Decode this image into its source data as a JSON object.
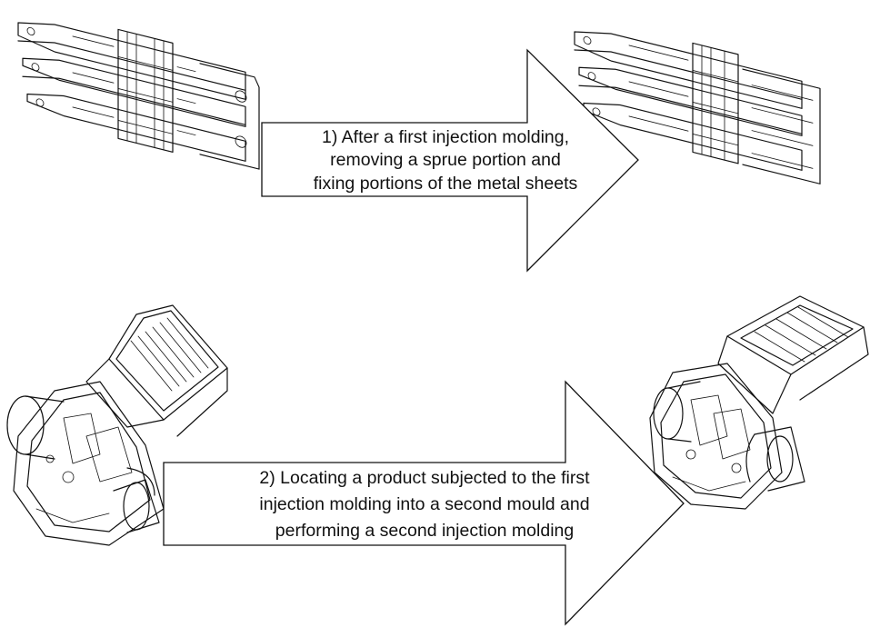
{
  "steps": [
    {
      "lines": [
        "1) After a first injection molding,",
        "removing a sprue portion and",
        "fixing portions of the metal sheets"
      ]
    },
    {
      "lines": [
        "2) Locating a product subjected to the first",
        "injection molding into a second mould and",
        "performing a second injection molding"
      ]
    }
  ],
  "colors": {
    "line": "#111111",
    "background": "#ffffff"
  },
  "drawings": [
    {
      "icon": "metal-sheet-frame-drawing",
      "step": 1,
      "stage": "before"
    },
    {
      "icon": "metal-sheet-frame-trimmed-drawing",
      "step": 1,
      "stage": "after"
    },
    {
      "icon": "connector-first-molding-drawing",
      "step": 2,
      "stage": "before"
    },
    {
      "icon": "connector-second-molding-drawing",
      "step": 2,
      "stage": "after"
    }
  ]
}
